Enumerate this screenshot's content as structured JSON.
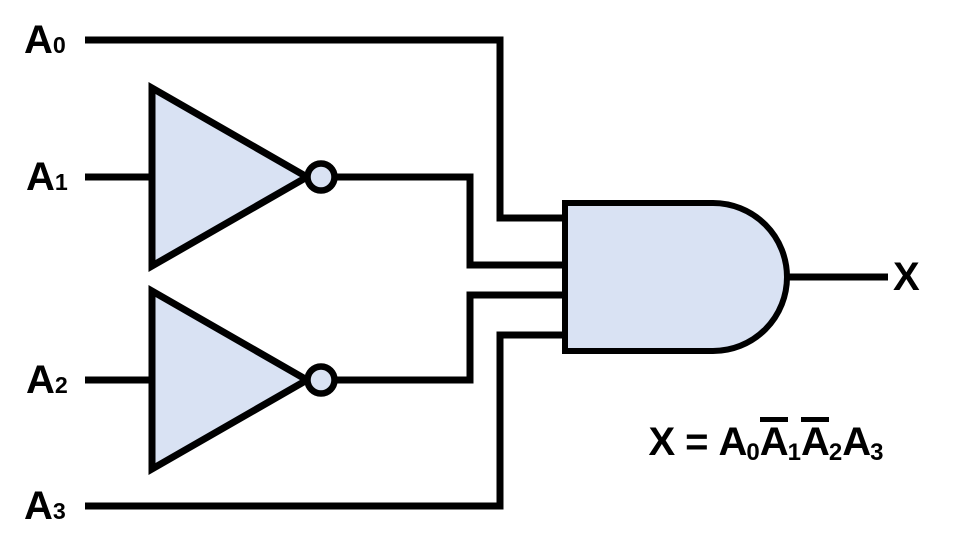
{
  "colors": {
    "shape_fill": "#d9e2f3",
    "line": "#000000",
    "text": "#000000",
    "background": "#ffffff"
  },
  "inputs": [
    {
      "letter": "A",
      "subscript": "0"
    },
    {
      "letter": "A",
      "subscript": "1"
    },
    {
      "letter": "A",
      "subscript": "2"
    },
    {
      "letter": "A",
      "subscript": "3"
    }
  ],
  "output": {
    "label": "X"
  },
  "equation": {
    "lhs": "X",
    "equals": "=",
    "terms": [
      {
        "base": "A",
        "subscript": "0",
        "overbar": false
      },
      {
        "base": "A",
        "subscript": "1",
        "overbar": true
      },
      {
        "base": "A",
        "subscript": "2",
        "overbar": true
      },
      {
        "base": "A",
        "subscript": "3",
        "overbar": false
      }
    ]
  }
}
